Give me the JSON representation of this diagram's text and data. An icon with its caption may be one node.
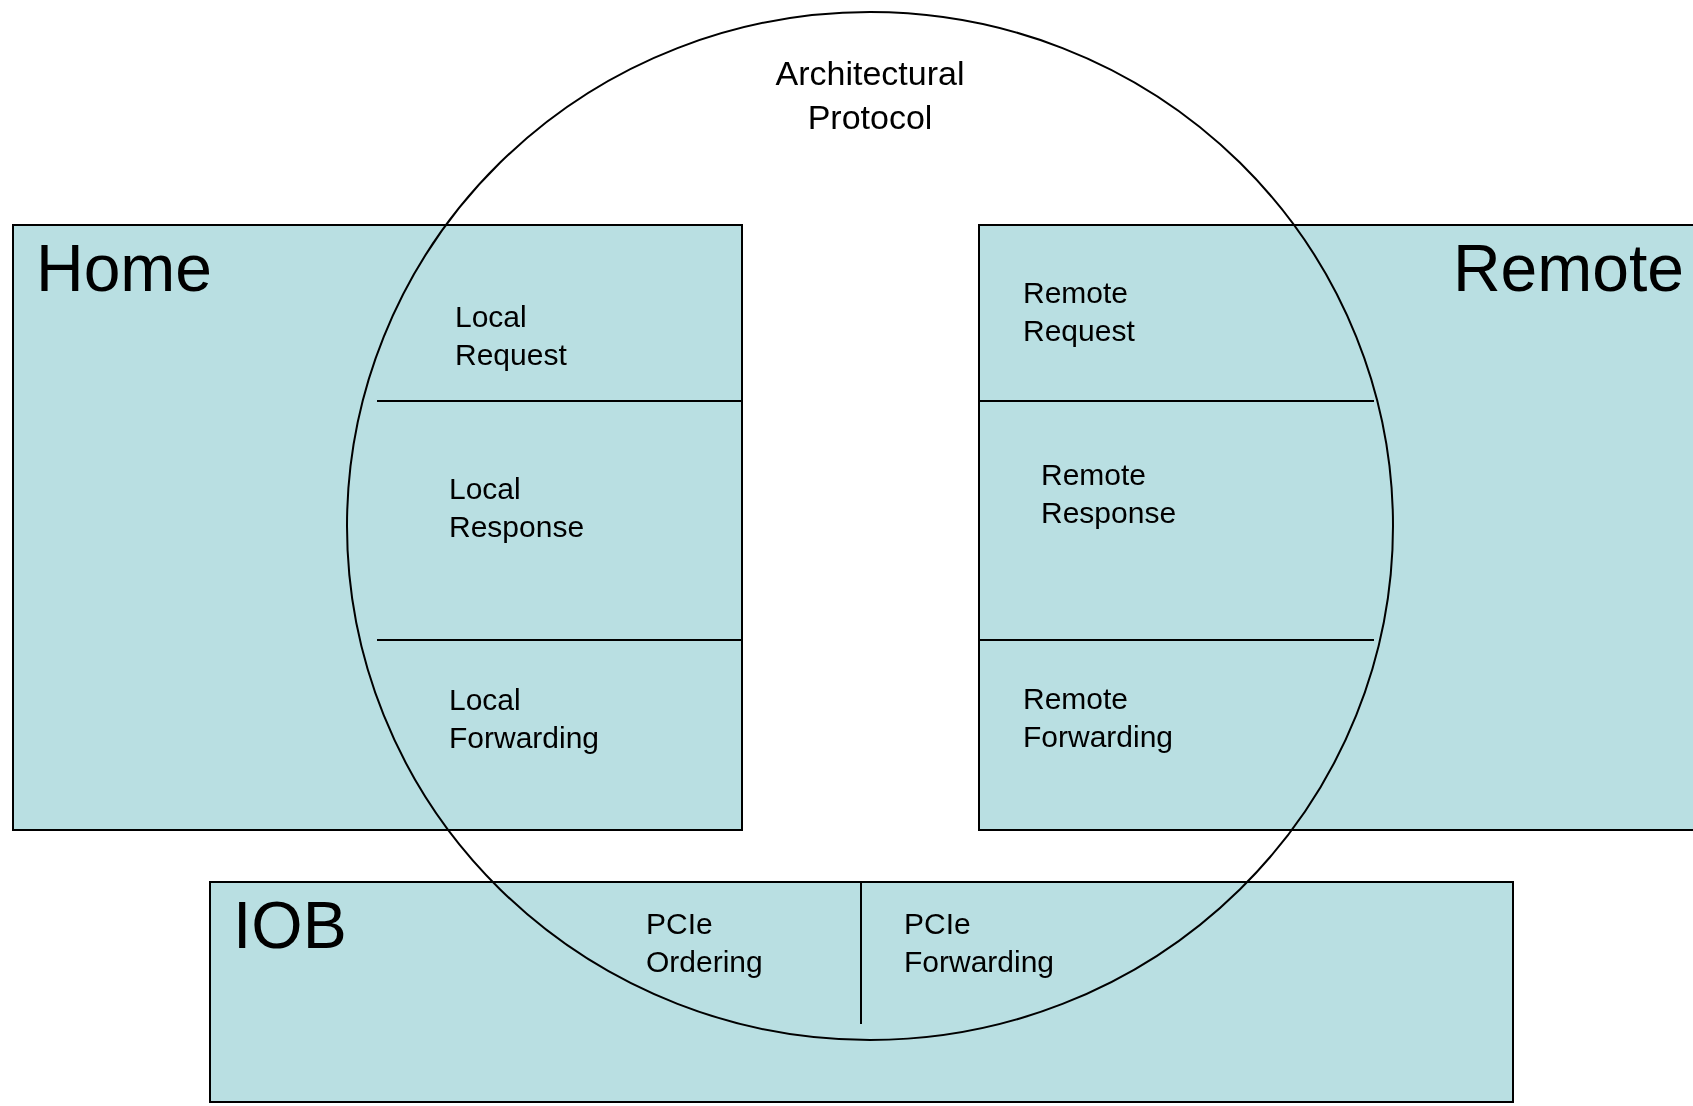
{
  "diagram": {
    "nodes": [
      {
        "text": [
          "Architectural Protocol"
        ]
      },
      {
        "text": [
          "Home"
        ]
      },
      {
        "text": [
          "Local Request"
        ]
      },
      {
        "text": [
          "Local Response"
        ]
      },
      {
        "text": [
          "Local Forwarding"
        ]
      },
      {
        "text": [
          "Remote"
        ]
      },
      {
        "text": [
          "Remote Request"
        ]
      },
      {
        "text": [
          "Remote Response"
        ]
      },
      {
        "text": [
          "Remote Forwarding"
        ]
      },
      {
        "text": [
          "IOB"
        ]
      },
      {
        "text": [
          "PCIe Ordering"
        ]
      },
      {
        "text": [
          "PCIe Forwarding"
        ]
      }
    ]
  }
}
